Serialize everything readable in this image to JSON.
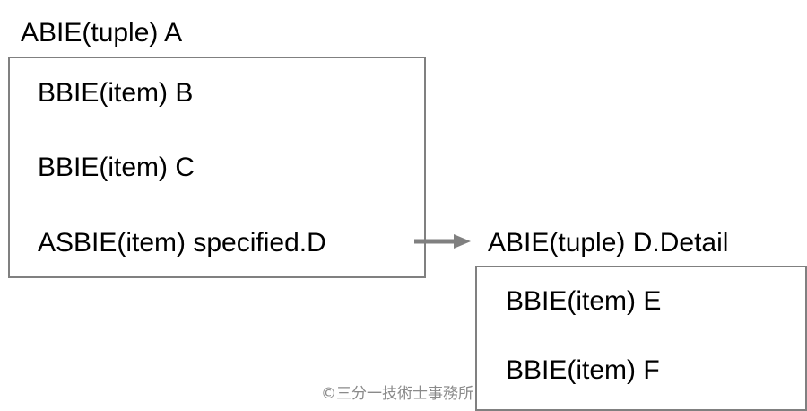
{
  "diagram": {
    "parent": {
      "title": "ABIE(tuple) A",
      "items": [
        "BBIE(item) B",
        "BBIE(item) C",
        "ASBIE(item) specified.D"
      ]
    },
    "child": {
      "title": "ABIE(tuple) D.Detail",
      "items": [
        "BBIE(item) E",
        "BBIE(item) F"
      ]
    },
    "arrow_color": "#808080",
    "border_color": "#808080"
  },
  "watermark": "©三分一技術士事務所"
}
